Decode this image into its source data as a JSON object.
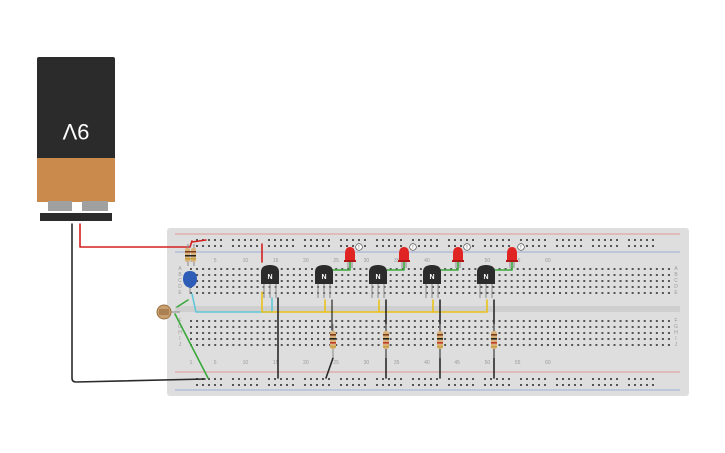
{
  "battery": {
    "label": "9V",
    "colors": {
      "body": "#2b2b2b",
      "cap": "#c98a4b",
      "terminal": "#9a9a9a"
    }
  },
  "breadboard": {
    "column_labels": [
      "1",
      "5",
      "10",
      "15",
      "20",
      "25",
      "30",
      "35",
      "40",
      "45",
      "50",
      "55",
      "60"
    ],
    "row_labels": [
      "A",
      "B",
      "C",
      "D",
      "E",
      "F",
      "G",
      "H",
      "I",
      "J"
    ],
    "colors": {
      "board": "#dedede",
      "hole": "#555555",
      "rail_red": "#e05050",
      "rail_blue": "#5a7ad0"
    }
  },
  "transistors": [
    {
      "id": "q1",
      "label": "N"
    },
    {
      "id": "q2",
      "label": "N"
    },
    {
      "id": "q3",
      "label": "N"
    },
    {
      "id": "q4",
      "label": "N"
    },
    {
      "id": "q5",
      "label": "N"
    }
  ],
  "leds": [
    {
      "id": "led1",
      "badge": "!"
    },
    {
      "id": "led2",
      "badge": "!"
    },
    {
      "id": "led3",
      "badge": "!"
    },
    {
      "id": "led4",
      "badge": "!"
    }
  ],
  "components": {
    "photoresistor": "photoresistor",
    "capacitor": "capacitor",
    "potentiometer_resistor": "resistor"
  },
  "wire_colors": {
    "red": "#d42020",
    "black": "#2a2a2a",
    "yellow": "#e8c21a",
    "green": "#3aa83a",
    "cyan": "#5ec8d8"
  }
}
